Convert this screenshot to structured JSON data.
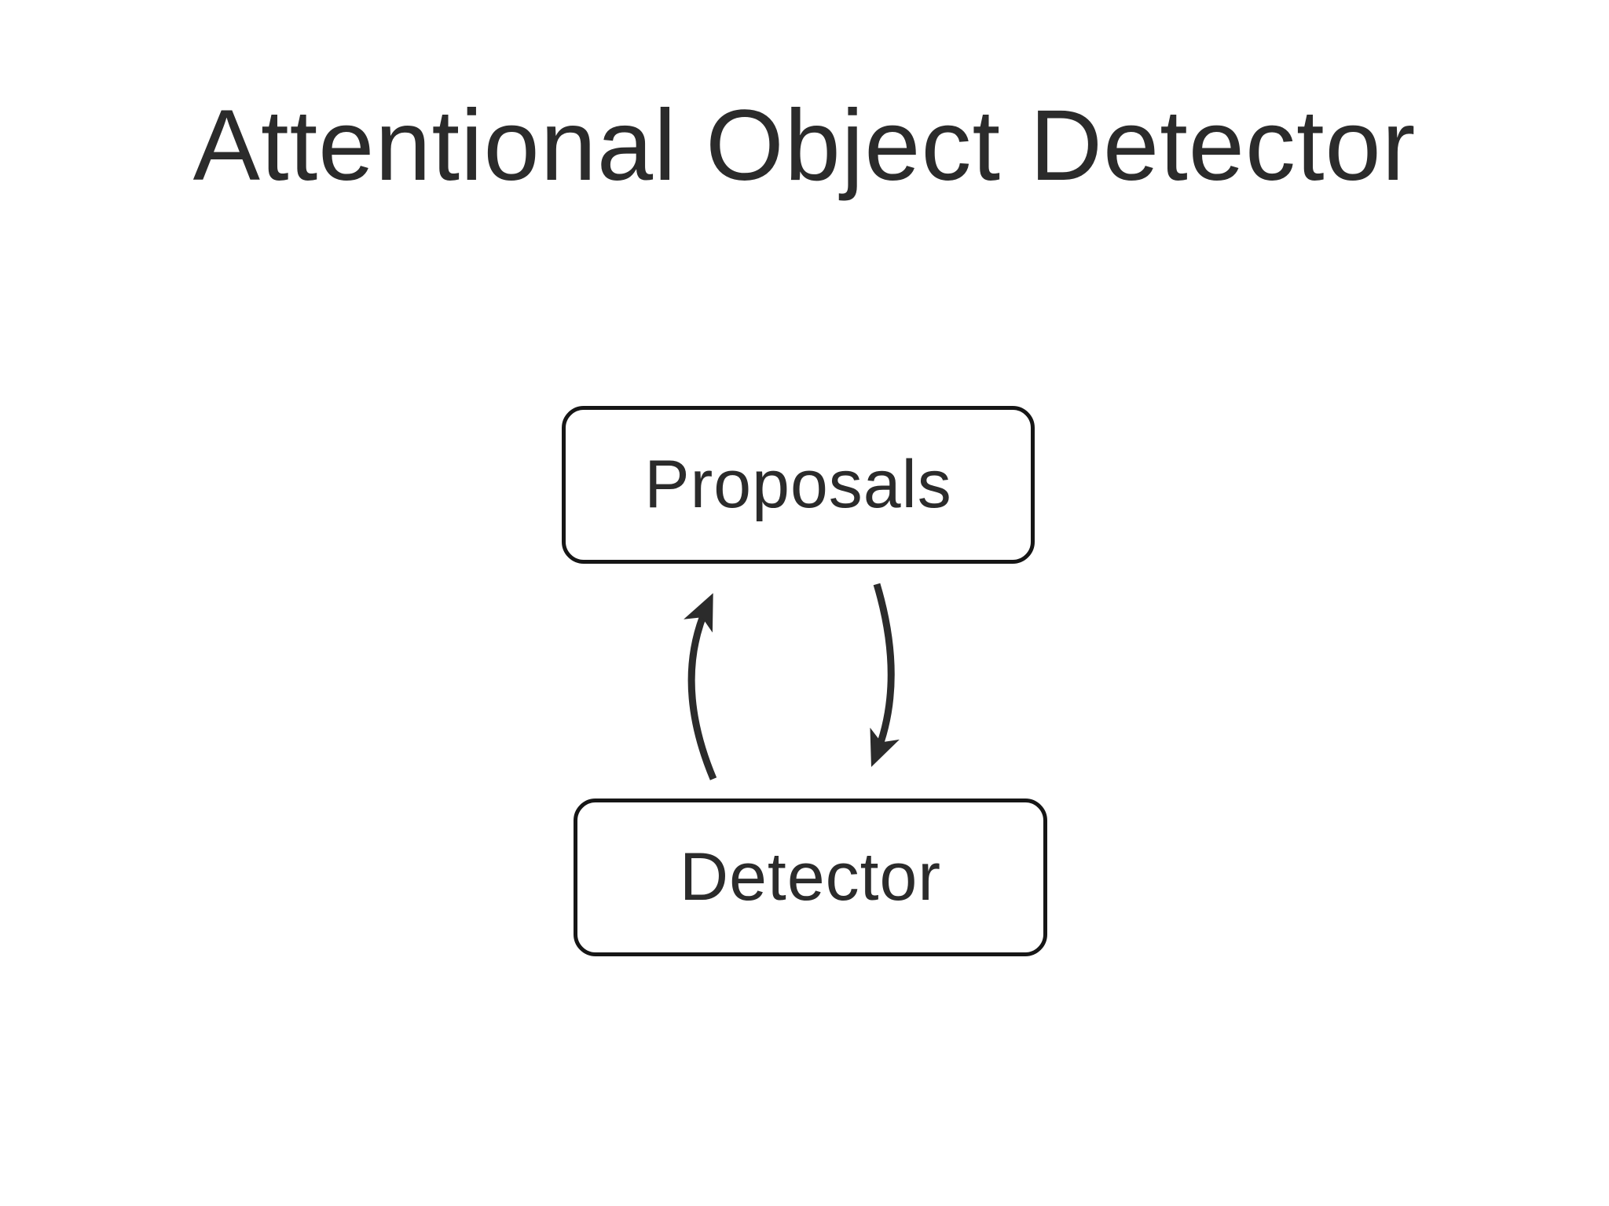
{
  "title": "Attentional Object Detector",
  "theme": {
    "bg": "#ffffff",
    "ink": "#2b2b2b",
    "line": "#161616"
  },
  "nodes": [
    {
      "id": "proposals",
      "label": "Proposals"
    },
    {
      "id": "detector",
      "label": "Detector"
    }
  ],
  "edges": [
    {
      "from": "detector",
      "to": "proposals",
      "direction": "up",
      "shape": "curved-bowing-left"
    },
    {
      "from": "proposals",
      "to": "detector",
      "direction": "down",
      "shape": "curved-bowing-right"
    }
  ]
}
